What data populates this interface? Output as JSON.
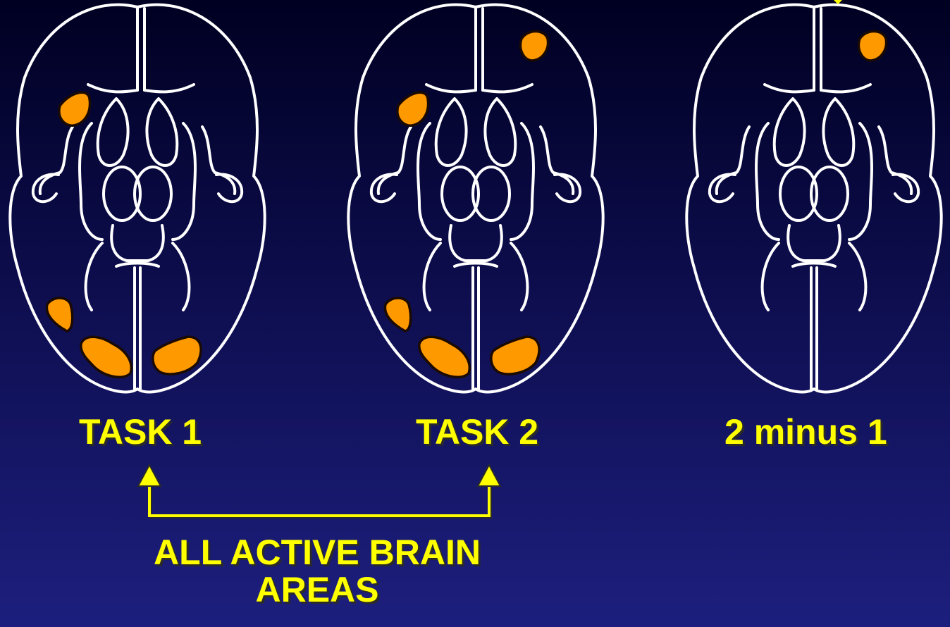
{
  "panels": [
    {
      "label": "TASK 1"
    },
    {
      "label": "TASK 2"
    },
    {
      "label": "2 minus 1"
    }
  ],
  "caption": {
    "line1": "ALL ACTIVE BRAIN",
    "line2": "AREAS"
  },
  "colors": {
    "background_top": "#000022",
    "background_bottom": "#1d1f7e",
    "brain_outline": "#ffffff",
    "activation": "#ff9900",
    "label_text": "#ffff00",
    "connector": "#ffff00"
  }
}
